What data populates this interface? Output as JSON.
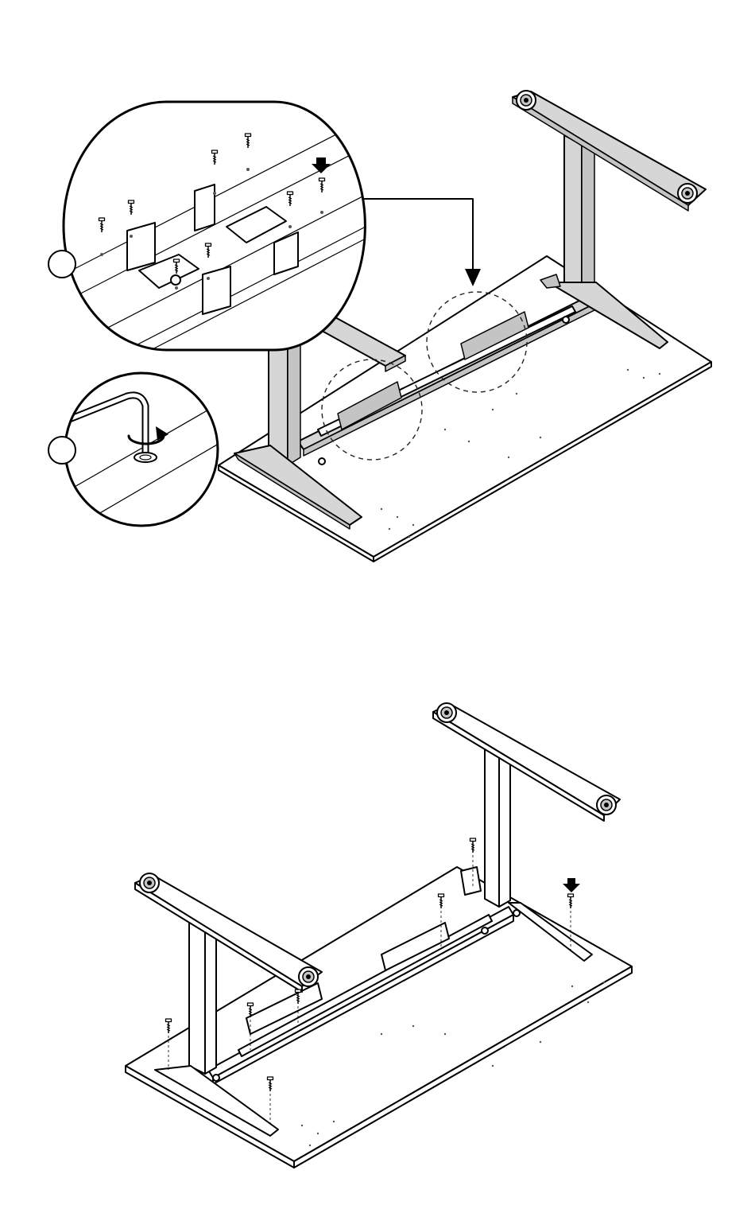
{
  "figure": {
    "steps": [
      {
        "id": "step-a",
        "description_visible": ""
      },
      {
        "id": "step-b",
        "description_visible": ""
      }
    ],
    "callouts": [
      {
        "id": "callout-screws",
        "label": ""
      },
      {
        "id": "callout-wrench",
        "label": ""
      }
    ],
    "colors": {
      "frame": "#d6d6d6",
      "line": "#000000",
      "background": "#ffffff"
    },
    "icons": [
      "down-arrow-icon",
      "rotate-arrow-icon",
      "hex-wrench-icon",
      "screw-icon"
    ]
  }
}
